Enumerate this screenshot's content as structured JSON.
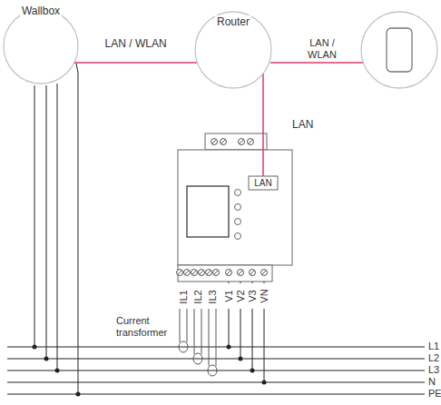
{
  "diagram": {
    "nodes": [
      {
        "text": [
          "Wallbox"
        ]
      },
      {
        "text": [
          "Router"
        ]
      },
      {
        "text": [
          "LAN"
        ]
      }
    ],
    "edges": [
      {
        "from": 0,
        "to": 1,
        "arrow": "none",
        "label": "LAN / WLAN"
      },
      {
        "from": 1,
        "to": 2,
        "arrow": "none",
        "label": "LAN"
      }
    ],
    "labels": [
      "LAN / WLAN",
      "IL1",
      "IL2",
      "IL3",
      "V1",
      "V2",
      "V3",
      "VN",
      "Current transformer",
      "L1",
      "L2",
      "L3",
      "N",
      "PE"
    ]
  }
}
